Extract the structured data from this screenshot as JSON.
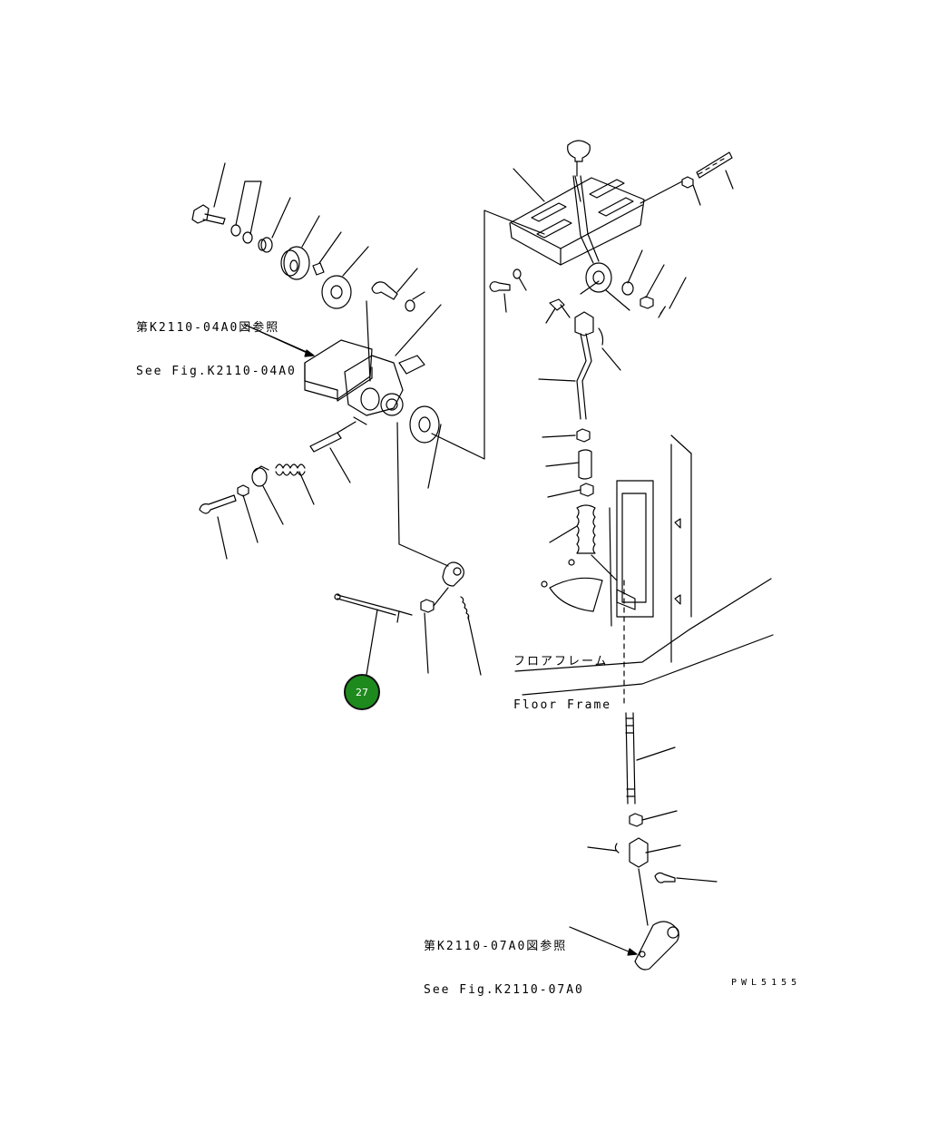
{
  "references": [
    {
      "id": "ref-1",
      "line_jp": "第K2110-04A0図参照",
      "line_en": "See Fig.K2110-04A0"
    },
    {
      "id": "ref-2",
      "line_jp": "第K2110-07A0図参照",
      "line_en": "See Fig.K2110-07A0"
    }
  ],
  "floor_frame": {
    "line_jp": "フロアフレーム",
    "line_en": "Floor Frame"
  },
  "drawing_code": "PWL5155",
  "callout": {
    "label": "27",
    "fill": "#1e8a1e",
    "border": "#111111"
  }
}
